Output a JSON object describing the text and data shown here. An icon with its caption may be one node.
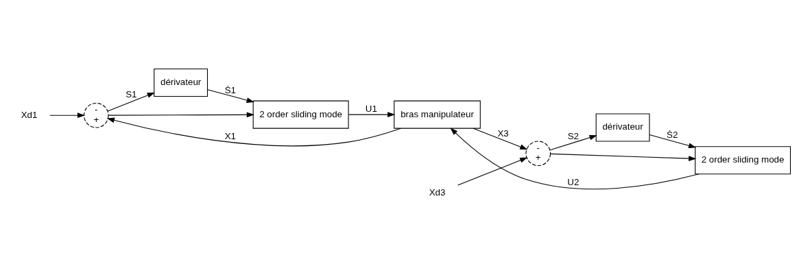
{
  "diagram": {
    "nodes": [
      {
        "text": [
          "Xd1"
        ]
      },
      {
        "text": [
          "-",
          "+"
        ]
      },
      {
        "text": [
          "dérivateur"
        ]
      },
      {
        "text": [
          "2 order sliding mode"
        ]
      },
      {
        "text": [
          "bras manipulateur"
        ]
      },
      {
        "text": [
          "Xd3"
        ]
      },
      {
        "text": [
          "-",
          "+"
        ]
      },
      {
        "text": [
          "dérivateur"
        ]
      },
      {
        "text": [
          "2 order sliding mode"
        ]
      }
    ],
    "edges": [
      {
        "from": 0,
        "to": 1,
        "arrow": "to"
      },
      {
        "from": 1,
        "to": 3,
        "arrow": "to"
      },
      {
        "from": 1,
        "to": 2,
        "arrow": "to",
        "label": "S1"
      },
      {
        "from": 2,
        "to": 3,
        "arrow": "to",
        "label": "Ṡ1"
      },
      {
        "from": 3,
        "to": 4,
        "arrow": "to",
        "label": "U1"
      },
      {
        "from": 4,
        "to": 1,
        "arrow": "to",
        "label": "X1"
      },
      {
        "from": 5,
        "to": 6,
        "arrow": "to"
      },
      {
        "from": 6,
        "to": 8,
        "arrow": "to"
      },
      {
        "from": 6,
        "to": 7,
        "arrow": "to",
        "label": "S2"
      },
      {
        "from": 7,
        "to": 8,
        "arrow": "to",
        "label": "Ṡ2"
      },
      {
        "from": 8,
        "to": 4,
        "arrow": "to",
        "label": "U2"
      },
      {
        "from": 4,
        "to": 6,
        "arrow": "to",
        "label": "X3"
      }
    ]
  }
}
